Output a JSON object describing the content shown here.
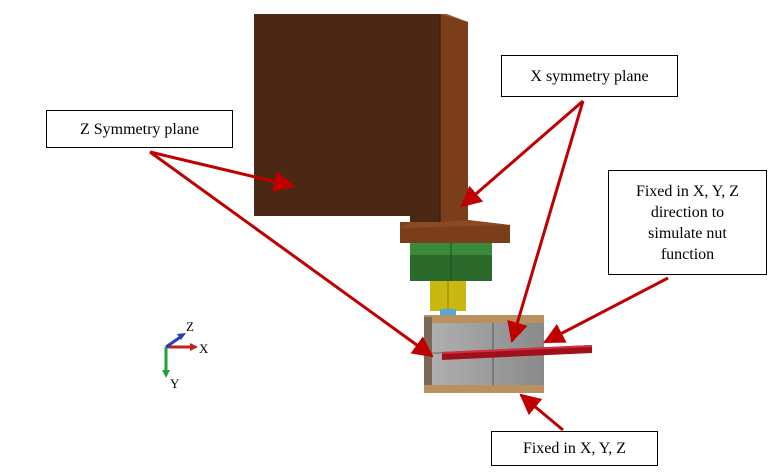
{
  "labels": {
    "z_symmetry": "Z Symmetry plane",
    "x_symmetry": "X symmetry plane",
    "fixed_nut": "Fixed in X, Y, Z\ndirection to\nsimulate nut\nfunction",
    "fixed_xyz": "Fixed in X, Y, Z"
  },
  "triad": {
    "z": "Z",
    "x": "X",
    "y": "Y"
  },
  "colors": {
    "arrow": "#c00000",
    "bracket_front": "#4a2814",
    "bracket_side": "#7a3e1a",
    "bracket_top": "#a05a2c",
    "block_green": "#2b6a2b",
    "block_yellow": "#c8b810",
    "block_grey": "#9a9a9a",
    "plate_tan": "#b9915e",
    "rod_red": "#a0101a"
  }
}
